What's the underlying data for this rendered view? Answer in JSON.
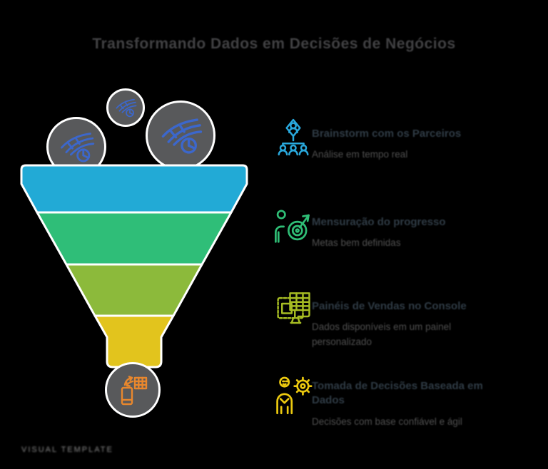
{
  "title": "Transformando Dados em Decisões de Negócios",
  "watermark": "VISUAL TEMPLATE",
  "colors": {
    "background": "#000000",
    "title_text": "#414143",
    "heading_text": "#2f3b45",
    "body_text": "#4f4f4f",
    "circle_fill": "#58595b",
    "circle_ring": "#ffffff",
    "circle_icon": "#3c67cb",
    "funnel_outline": "#ffffff",
    "output_icon": "#e8872d",
    "watermark_text": "#8a8a8a"
  },
  "funnel": {
    "stages": [
      {
        "name": "stage-1",
        "color": "#22aad6"
      },
      {
        "name": "stage-2",
        "color": "#2fbe78"
      },
      {
        "name": "stage-3",
        "color": "#8cba3b"
      },
      {
        "name": "stage-4",
        "color": "#e2c41d"
      }
    ],
    "input_circles": [
      "data-stream-icon-small",
      "data-stream-icon-medium",
      "data-stream-icon-large"
    ],
    "output_circle": "mobile-data-sync-icon"
  },
  "items": [
    {
      "icon": "team-hierarchy-icon",
      "accent": "#29a8dc",
      "heading": "Brainstorm com os Parceiros",
      "body": "Análise em tempo real"
    },
    {
      "icon": "target-goal-icon",
      "accent": "#2fbe76",
      "heading": "Mensuração do progresso",
      "body": "Metas bem definidas"
    },
    {
      "icon": "dashboard-monitor-icon",
      "accent": "#a6bc23",
      "heading": "Painéis de Vendas no Console",
      "body": "Dados disponíveis em um painel personalizado"
    },
    {
      "icon": "person-gear-icon",
      "accent": "#ecc90f",
      "heading": "Tomada de Decisões Baseada em Dados",
      "body": "Decisões com base confiável e ágil"
    }
  ]
}
